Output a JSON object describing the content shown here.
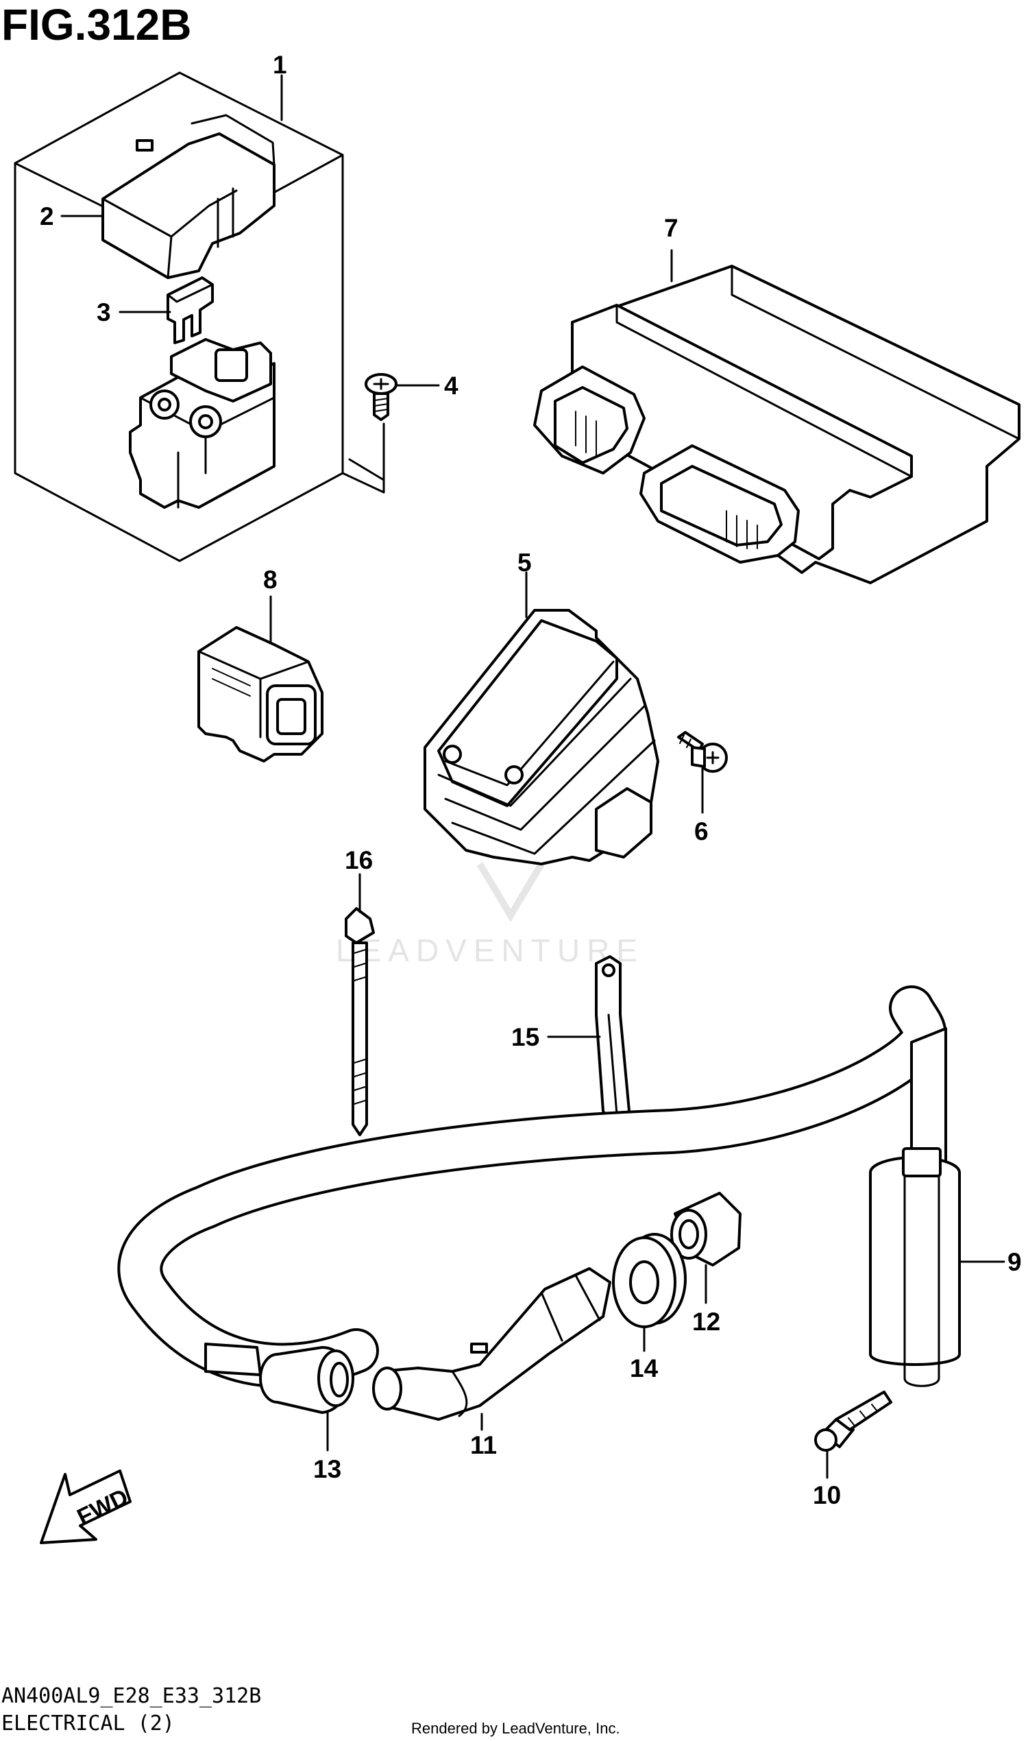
{
  "figure": {
    "title": "FIG.312B",
    "model_code": "AN400AL9_E28_E33_312B",
    "section": "ELECTRICAL (2)",
    "rendered_by": "Rendered by LeadVenture, Inc.",
    "watermark": "LEADVENTURE",
    "fwd_label": "FWD"
  },
  "callouts": [
    "1",
    "2",
    "3",
    "4",
    "5",
    "6",
    "7",
    "8",
    "9",
    "10",
    "11",
    "12",
    "13",
    "14",
    "15",
    "16"
  ],
  "icons": {
    "fwd": "fwd-arrow-icon",
    "watermark": "leadventure-logo-icon"
  }
}
